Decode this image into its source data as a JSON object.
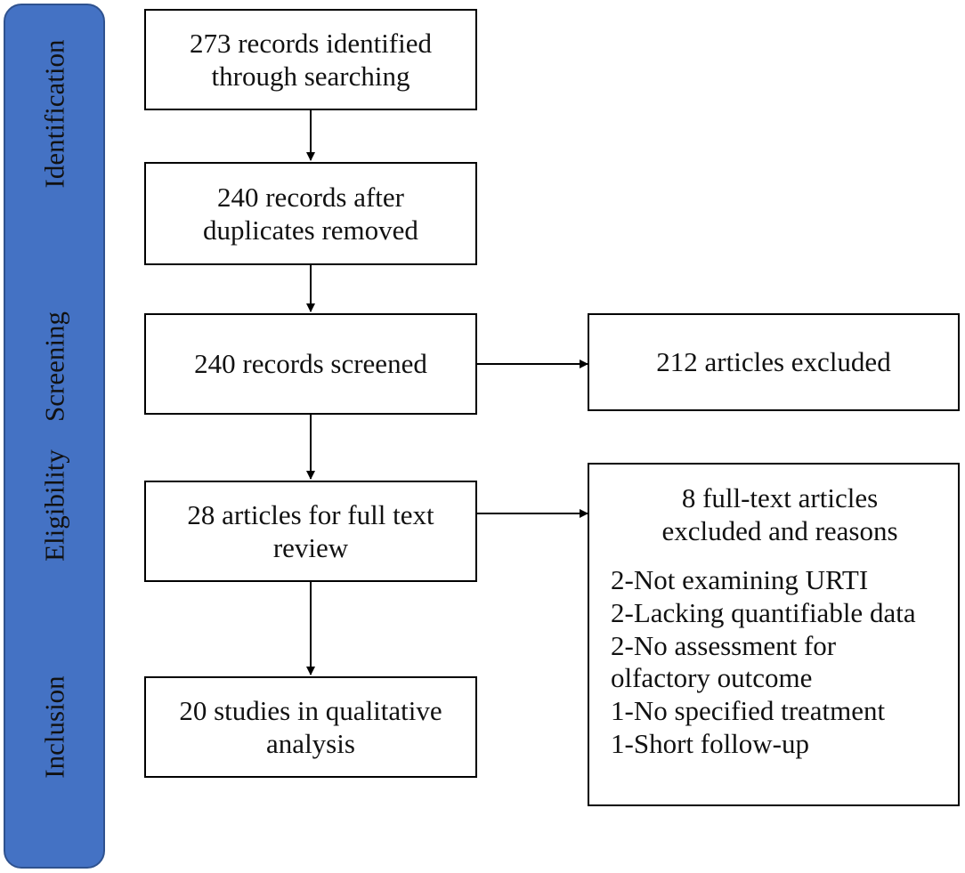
{
  "phases": [
    {
      "id": "identification",
      "label": "Identification"
    },
    {
      "id": "screening",
      "label": "Screening"
    },
    {
      "id": "eligibility",
      "label": "Eligibility"
    },
    {
      "id": "inclusion",
      "label": "Inclusion"
    }
  ],
  "boxes": {
    "identified": {
      "line1": "273 records identified",
      "line2": "through searching"
    },
    "deduplicated": {
      "line1": "240 records after",
      "line2": "duplicates removed"
    },
    "screened": {
      "line1": "240 records screened"
    },
    "excluded": {
      "line1": "212 articles excluded"
    },
    "full_text": {
      "line1": "28 articles for full text",
      "line2": "review"
    },
    "included": {
      "line1": "20 studies in qualitative",
      "line2": "analysis"
    }
  },
  "full_text_exclusions": {
    "title_line1": "8 full-text articles",
    "title_line2": "excluded and reasons",
    "reasons": [
      "2-Not examining URTI",
      "2-Lacking quantifiable data",
      "2-No assessment for",
      "olfactory outcome",
      "1-No specified treatment",
      "1-Short follow-up"
    ]
  },
  "colors": {
    "phase_bar_fill": "#4472C4",
    "phase_bar_border": "#2F528F",
    "box_border": "#000000",
    "text": "#111111"
  }
}
